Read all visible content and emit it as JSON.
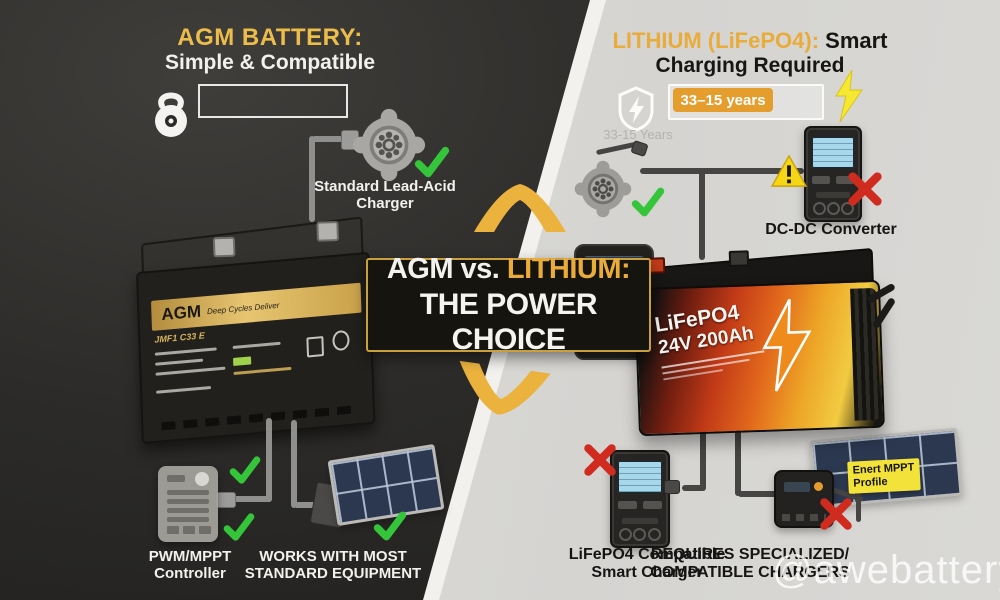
{
  "title_center": {
    "part_white": "AGM vs. ",
    "part_gold": "LITHIUM:",
    "line2": "THE POWER CHOICE"
  },
  "agm": {
    "heading": "AGM BATTERY:",
    "subheading": "Simple & Compatible",
    "charger_line1": "Standard Lead-Acid",
    "charger_line2": "Charger",
    "battery_brand": "AGM",
    "battery_brand_sub": "Deep Cycles Deliver",
    "battery_model": "JMF1 C33 E",
    "controller_line1": "PWM/MPPT",
    "controller_line2": "Controller",
    "works_line1": "WORKS WITH MOST",
    "works_line2": "STANDARD EQUIPMENT"
  },
  "lithium": {
    "heading_gold": "LITHIUM (LiFePO4):",
    "heading_black": " Smart",
    "subheading": "Charging Required",
    "lifespan_pill": "33–15 years",
    "lifespan_caption": "33-15 Years",
    "converter_label": "DC-DC Converter",
    "battery_line1": "LiFePO4",
    "battery_line2": "24V 200Ah",
    "charger_line1": "LiFePO4 Compatible",
    "charger_line2": "Smart Charger",
    "requires_line1": "REQUIRES SPECIALIZED/",
    "requires_line2": "COMPATIBLE CHARGERS",
    "mppt_tag_line1": "Enert MPPT",
    "mppt_tag_line2": "Profile"
  },
  "watermark": "@awebattery",
  "colors": {
    "accent_gold": "#E8B33C",
    "check_green": "#35C53A",
    "cross_red": "#D02B1F",
    "pill_orange": "#E59D2E",
    "bolt_yellow": "#F6E832",
    "panel_dark": "#2B2A28",
    "panel_light": "#D8D6D3"
  },
  "icons": {
    "kettlebell": "weight",
    "charger_round": "round-ac-charger",
    "check": "✓",
    "cross": "✕",
    "shield_bolt": "fast-charge-shield",
    "warning": "⚠",
    "lightning": "⚡",
    "solar_panel": "solar-grid",
    "plug": "ac-plug"
  }
}
